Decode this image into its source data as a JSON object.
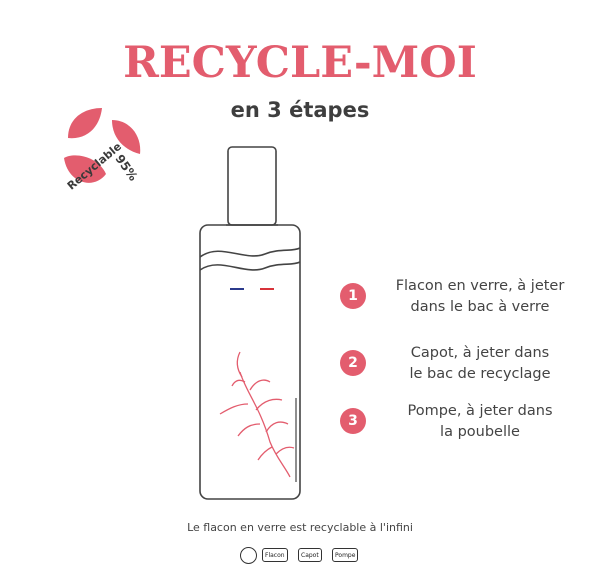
{
  "title": "RECYCLE-MOI",
  "subtitle": "en 3 étapes",
  "badge": {
    "label": "Recyclable",
    "percent": "95%"
  },
  "steps": [
    {
      "number": "1",
      "line1": "Flacon en verre, à jeter",
      "line2": "dans le bac à verre"
    },
    {
      "number": "2",
      "line1": "Capot, à jeter dans",
      "line2": "le bac de recyclage"
    },
    {
      "number": "3",
      "line1": "Pompe, à jeter dans",
      "line2": "la poubelle"
    }
  ],
  "footnote": "Le flacon en verre est recyclable à l'infini",
  "logos": {
    "flacon": "Flacon",
    "capot": "Capot",
    "pompe": "Pompe"
  },
  "icons": [
    "leaf-icon",
    "bottle-illustration",
    "seaweed-icon",
    "triman-icon"
  ],
  "colors": {
    "accent": "#e35d6e",
    "text": "#3a3a3a",
    "flag_blue": "#2b3a8c",
    "flag_red": "#d8333a"
  }
}
